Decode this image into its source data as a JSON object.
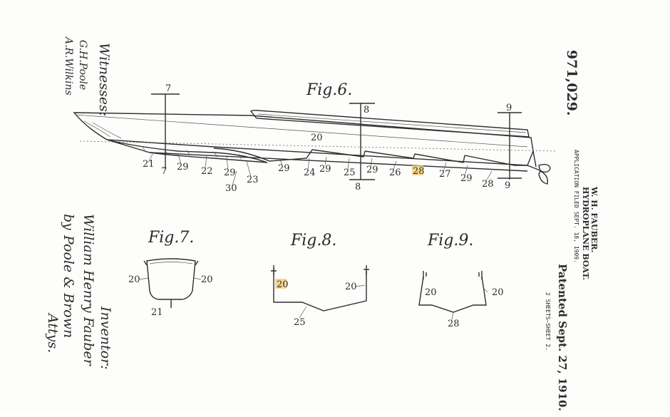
{
  "header": {
    "patent_number": "971,029.",
    "inventor_name": "W. H. FAUBER.",
    "title": "HYDROPLANE BOAT.",
    "application": "APPLICATION FILED SEPT. 18, 1909.",
    "patented": "Patented Sept. 27, 1910.",
    "sheets": "2 SHEETS—SHEET 2."
  },
  "witnesses": {
    "label": "Witnesses:",
    "signature_1": "G.H.Poole",
    "signature_2": "A.R.Wilkins"
  },
  "inventor_block": {
    "label": "Inventor:",
    "name": "William Henry Fauber",
    "by": "by",
    "attorneys": "Poole & Brown",
    "attys": "Attys."
  },
  "fig6": {
    "title": "Fig.6.",
    "section_labels": {
      "s7_top": "7",
      "s7_bottom": "7",
      "s8_top": "8",
      "s8_bottom": "8",
      "s9_top": "9",
      "s9_bottom": "9"
    },
    "ref_hull": "20",
    "refs": [
      "21",
      "29",
      "22",
      "29",
      "23",
      "29",
      "24",
      "29",
      "25",
      "29",
      "26",
      "28",
      "27",
      "29",
      "28"
    ],
    "ref_30": "30"
  },
  "fig7": {
    "title": "Fig.7.",
    "ref_left": "20",
    "ref_right": "20",
    "ref_bottom": "21"
  },
  "fig8": {
    "title": "Fig.8.",
    "ref_left": "20",
    "ref_right": "20",
    "ref_bottom": "25"
  },
  "fig9": {
    "title": "Fig.9.",
    "ref_left": "20",
    "ref_right": "20",
    "ref_bottom": "28"
  }
}
